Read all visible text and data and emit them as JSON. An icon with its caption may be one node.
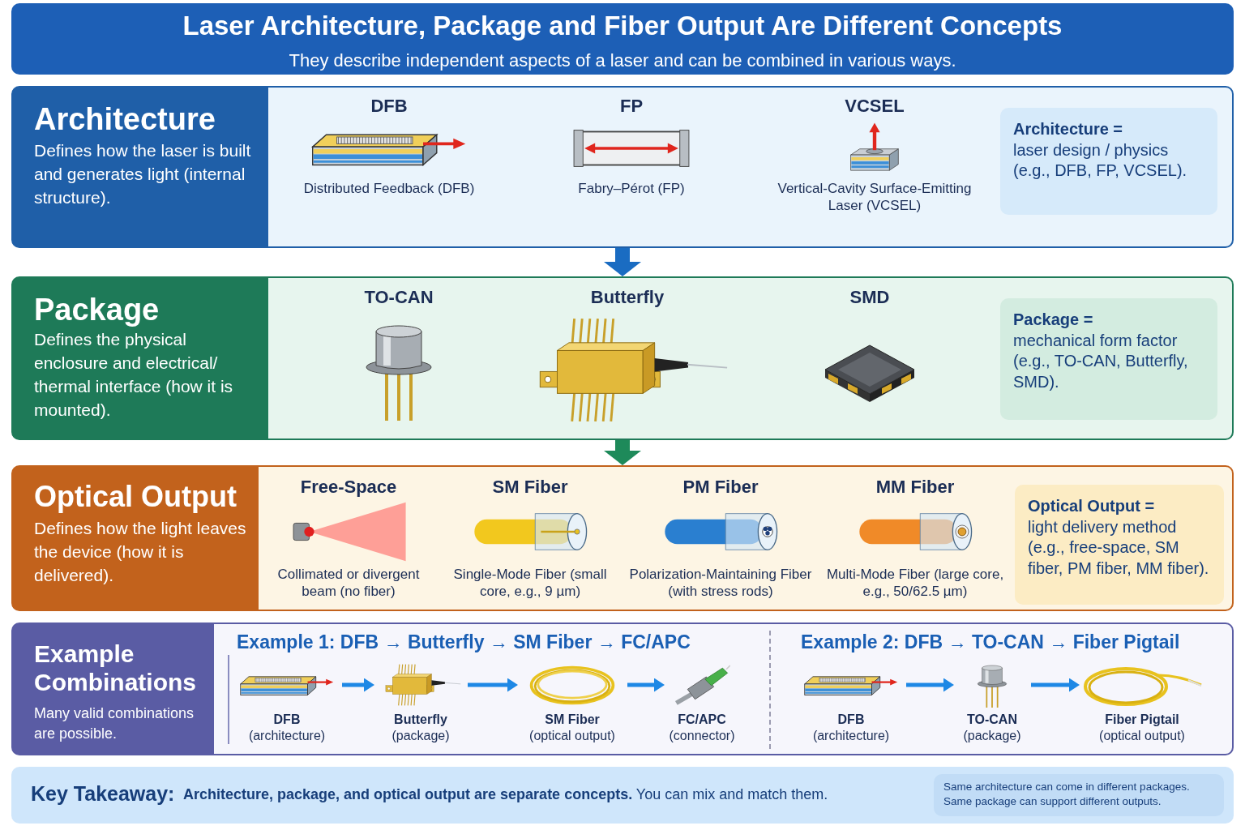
{
  "diagram": {
    "title": "Laser Architecture, Package and Fiber Output Are Different Concepts",
    "nodes": [
      {
        "text": [
          "Architecture",
          "Defines how the laser is built and generates light (internal structure)."
        ]
      },
      {
        "text": [
          "DFB",
          "Distributed Feedback (DFB)"
        ],
        "in": 0
      },
      {
        "text": [
          "FP",
          "Fabry–Pérot (FP)"
        ],
        "in": 0
      },
      {
        "text": [
          "VCSEL",
          "Vertical-Cavity Surface-Emitting Laser (VCSEL)"
        ],
        "in": 0
      },
      {
        "text": [
          "Architecture =",
          "laser design / physics (e.g., DFB, FP, VCSEL)."
        ],
        "in": 0
      },
      {
        "text": [
          "Package",
          "Defines the physical enclosure and electrical/ thermal interface (how it is mounted)."
        ]
      },
      {
        "text": [
          "TO-CAN"
        ],
        "in": 5
      },
      {
        "text": [
          "Butterfly"
        ],
        "in": 5
      },
      {
        "text": [
          "SMD"
        ],
        "in": 5
      },
      {
        "text": [
          "Package =",
          "mechanical form factor (e.g., TO-CAN, Butterfly, SMD)."
        ],
        "in": 5
      },
      {
        "text": [
          "Optical Output",
          "Defines how the light leaves the device (how it is delivered)."
        ]
      },
      {
        "text": [
          "Free-Space",
          "Collimated or divergent beam (no fiber)"
        ],
        "in": 10
      },
      {
        "text": [
          "SM Fiber",
          "Single-Mode Fiber (small core, e.g., 9 µm)"
        ],
        "in": 10
      },
      {
        "text": [
          "PM Fiber",
          "Polarization-Maintaining Fiber (with stress rods)"
        ],
        "in": 10
      },
      {
        "text": [
          "MM Fiber",
          "Multi-Mode Fiber (large core, e.g., 50/62.5 µm)"
        ],
        "in": 10
      },
      {
        "text": [
          "Optical Output =",
          "light delivery method (e.g., free-space, SM fiber, PM fiber, MM fiber)."
        ],
        "in": 10
      },
      {
        "text": [
          "Example Combinations",
          "Many valid combinations are possible."
        ]
      },
      {
        "text": [
          "DFB",
          "(architecture)"
        ],
        "in": 16
      },
      {
        "text": [
          "Butterfly",
          "(package)"
        ],
        "in": 16
      },
      {
        "text": [
          "SM Fiber",
          "(optical output)"
        ],
        "in": 16
      },
      {
        "text": [
          "FC/APC",
          "(connector)"
        ],
        "in": 16
      },
      {
        "text": [
          "DFB",
          "(architecture)"
        ],
        "in": 16
      },
      {
        "text": [
          "TO-CAN",
          "(package)"
        ],
        "in": 16
      },
      {
        "text": [
          "Fiber Pigtail",
          "(optical output)"
        ],
        "in": 16
      },
      {
        "text": [
          "Key Takeaway:",
          "**Architecture, package, and optical output are separate concepts.** You can mix and match them."
        ]
      },
      {
        "text": [
          "Same architecture can come in different packages. Same package can support different outputs."
        ],
        "in": 24
      }
    ],
    "edges": [
      {
        "from": 0,
        "to": 5,
        "arrow": "to",
        "style": "thick",
        "color": "#1a6cc2"
      },
      {
        "from": 5,
        "to": 10,
        "arrow": "to",
        "style": "thick",
        "color": "#1e8a5a"
      },
      {
        "from": 17,
        "to": 18,
        "arrow": "to"
      },
      {
        "from": 18,
        "to": 19,
        "arrow": "to"
      },
      {
        "from": 19,
        "to": 20,
        "arrow": "to"
      },
      {
        "from": 21,
        "to": 22,
        "arrow": "to"
      },
      {
        "from": 22,
        "to": 23,
        "arrow": "to"
      }
    ],
    "labels": [
      "They describe independent aspects of a laser and can be combined in various ways.",
      "Example 1: DFB → Butterfly → SM Fiber → FC/APC",
      "Example 2: DFB → TO-CAN → Fiber Pigtail"
    ]
  }
}
